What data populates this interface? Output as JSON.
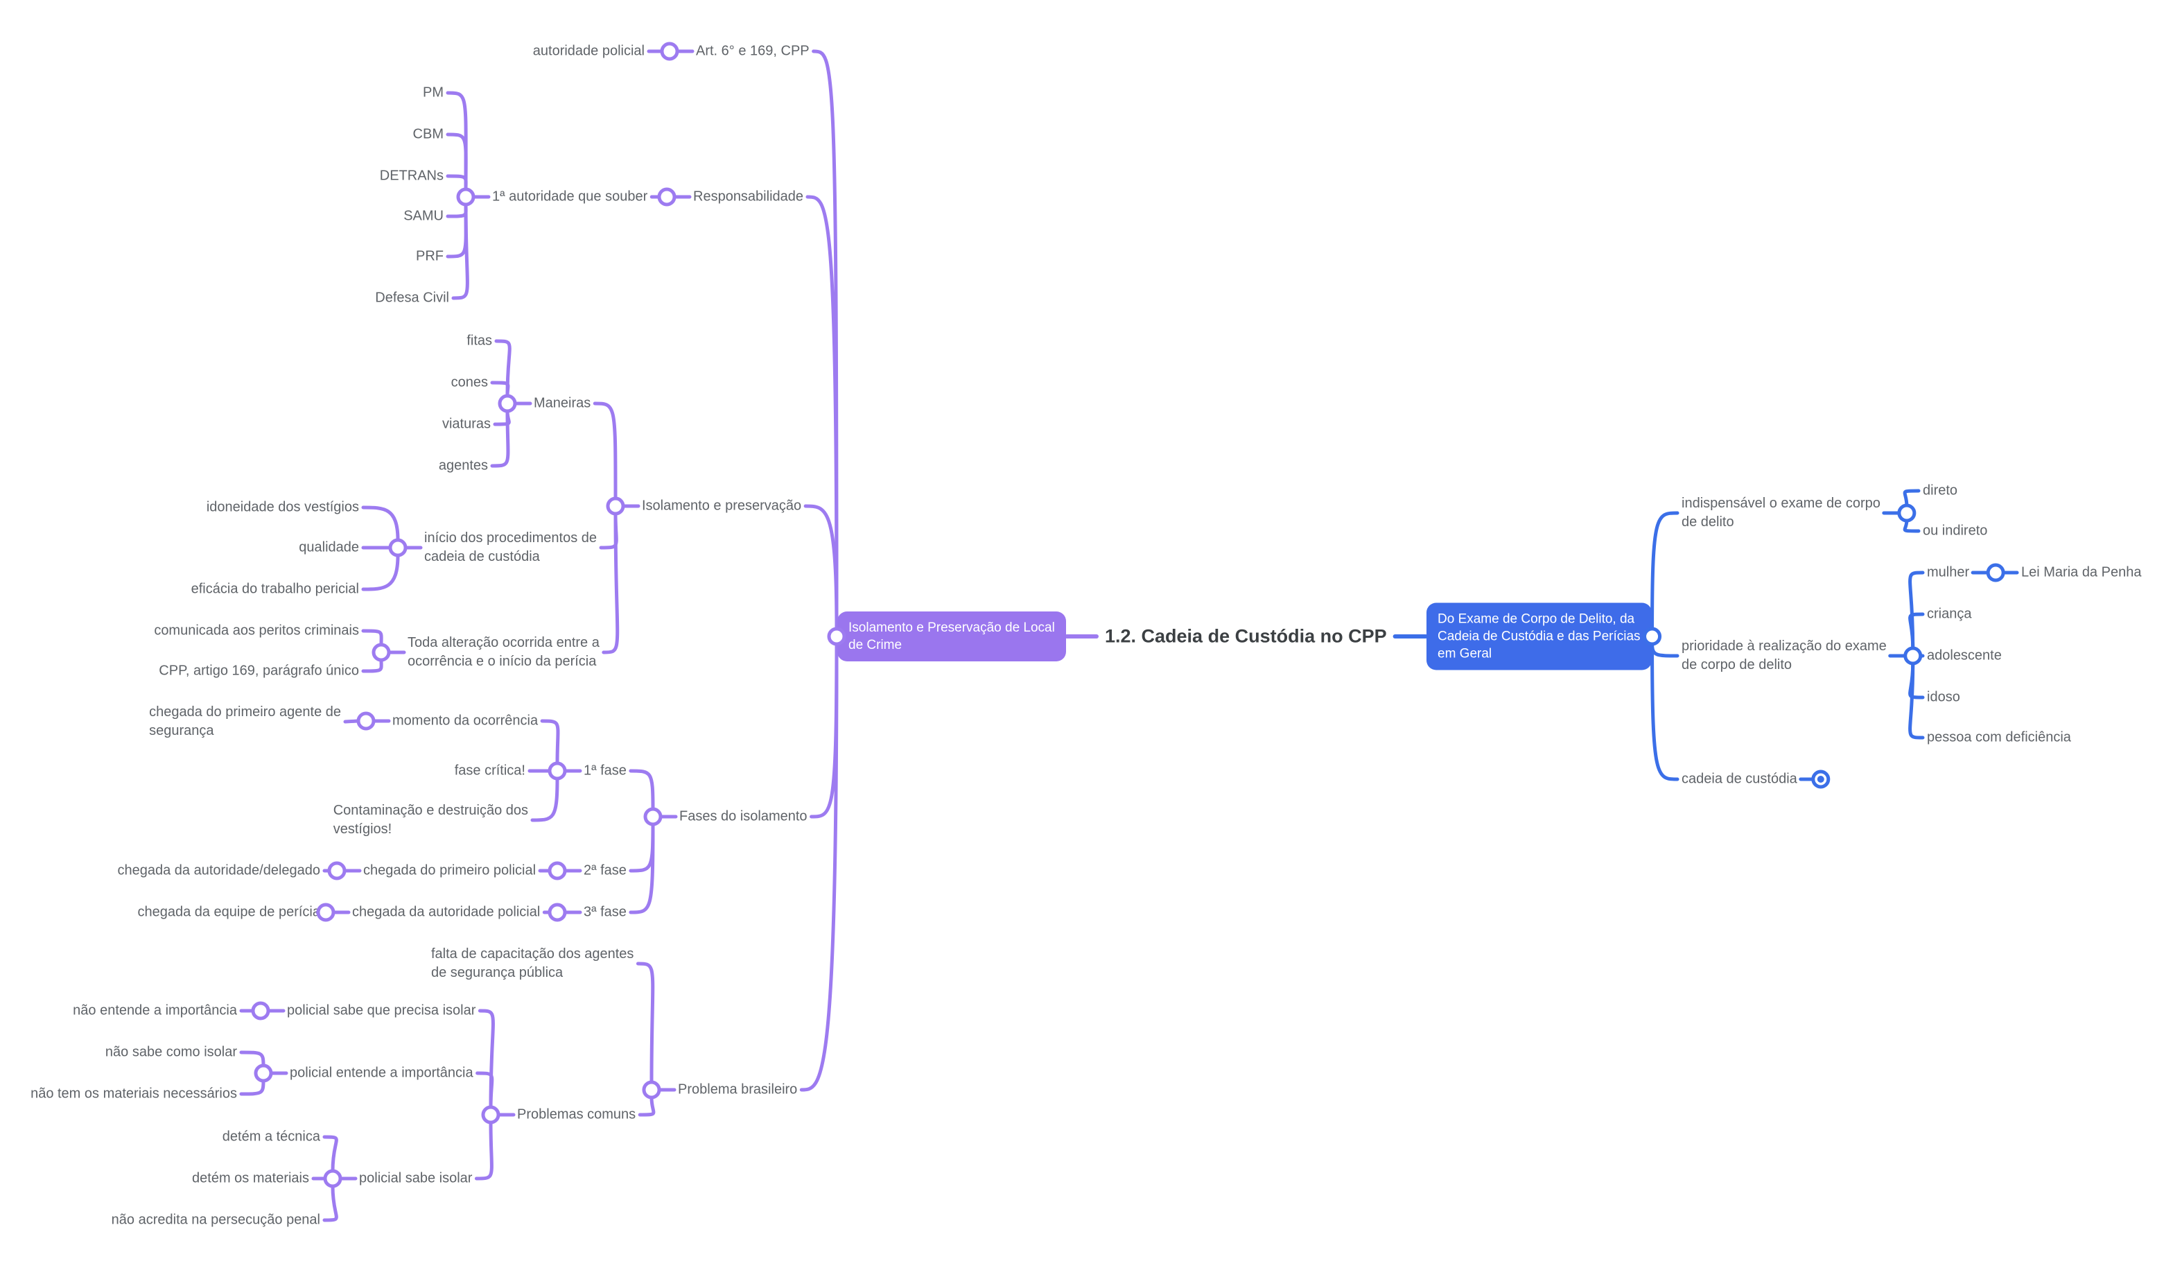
{
  "app": {
    "type": "mind-map",
    "language": "pt-BR"
  },
  "palette": {
    "purple_branch": "#9d7bf0",
    "purple_box_bg": "#9a76ee",
    "blue_branch": "#3b6fe8",
    "blue_box_bg": "#3e6ce9",
    "label_text": "#5f6368",
    "title_text": "#3c4043",
    "box_text": "#ffffff",
    "background": "#ffffff"
  },
  "nodes": [
    {
      "id": "title",
      "kind": "title",
      "side": "center",
      "parent": null,
      "lines": [
        "1.2. Cadeia de Custódia no CPP"
      ]
    },
    {
      "id": "box-left",
      "kind": "box",
      "side": "left",
      "parent": null,
      "lines": [
        "Isolamento e Preservação de Local",
        "de Crime"
      ]
    },
    {
      "id": "box-right",
      "kind": "box",
      "side": "right",
      "parent": null,
      "lines": [
        "Do Exame de Corpo de Delito, da",
        "Cadeia de Custódia e das Perícias",
        "em Geral"
      ]
    },
    {
      "id": "art",
      "kind": "label",
      "side": "left",
      "parent": "box-left",
      "lines": [
        "Art. 6° e 169, CPP"
      ]
    },
    {
      "id": "autpol",
      "kind": "label",
      "side": "left",
      "parent": "art",
      "lines": [
        "autoridade policial"
      ]
    },
    {
      "id": "resp",
      "kind": "label",
      "side": "left",
      "parent": "box-left",
      "lines": [
        "Responsabilidade"
      ]
    },
    {
      "id": "prim-aut",
      "kind": "label",
      "side": "left",
      "parent": "resp",
      "lines": [
        "1ª autoridade que souber"
      ]
    },
    {
      "id": "pm",
      "kind": "label",
      "side": "left",
      "parent": "prim-aut",
      "lines": [
        "PM"
      ]
    },
    {
      "id": "cbm",
      "kind": "label",
      "side": "left",
      "parent": "prim-aut",
      "lines": [
        "CBM"
      ]
    },
    {
      "id": "detrans",
      "kind": "label",
      "side": "left",
      "parent": "prim-aut",
      "lines": [
        "DETRANs"
      ]
    },
    {
      "id": "samu",
      "kind": "label",
      "side": "left",
      "parent": "prim-aut",
      "lines": [
        "SAMU"
      ]
    },
    {
      "id": "prf",
      "kind": "label",
      "side": "left",
      "parent": "prim-aut",
      "lines": [
        "PRF"
      ]
    },
    {
      "id": "defciv",
      "kind": "label",
      "side": "left",
      "parent": "prim-aut",
      "lines": [
        "Defesa Civil"
      ]
    },
    {
      "id": "isol",
      "kind": "label",
      "side": "left",
      "parent": "box-left",
      "lines": [
        "Isolamento e preservação"
      ]
    },
    {
      "id": "maneiras",
      "kind": "label",
      "side": "left",
      "parent": "isol",
      "lines": [
        "Maneiras"
      ]
    },
    {
      "id": "fitas",
      "kind": "label",
      "side": "left",
      "parent": "maneiras",
      "lines": [
        "fitas"
      ]
    },
    {
      "id": "cones",
      "kind": "label",
      "side": "left",
      "parent": "maneiras",
      "lines": [
        "cones"
      ]
    },
    {
      "id": "viaturas",
      "kind": "label",
      "side": "left",
      "parent": "maneiras",
      "lines": [
        "viaturas"
      ]
    },
    {
      "id": "agentes",
      "kind": "label",
      "side": "left",
      "parent": "maneiras",
      "lines": [
        "agentes"
      ]
    },
    {
      "id": "inicio",
      "kind": "label",
      "side": "left",
      "parent": "isol",
      "lines": [
        "início dos procedimentos de",
        "cadeia de custódia"
      ]
    },
    {
      "id": "idon",
      "kind": "label",
      "side": "left",
      "parent": "inicio",
      "lines": [
        "idoneidade dos vestígios"
      ]
    },
    {
      "id": "qual",
      "kind": "label",
      "side": "left",
      "parent": "inicio",
      "lines": [
        "qualidade"
      ]
    },
    {
      "id": "efic",
      "kind": "label",
      "side": "left",
      "parent": "inicio",
      "lines": [
        "eficácia do trabalho pericial"
      ]
    },
    {
      "id": "toda",
      "kind": "label",
      "side": "left",
      "parent": "isol",
      "lines": [
        "Toda alteração ocorrida entre a",
        "ocorrência e o início da perícia"
      ]
    },
    {
      "id": "comu",
      "kind": "label",
      "side": "left",
      "parent": "toda",
      "lines": [
        "comunicada aos peritos criminais"
      ]
    },
    {
      "id": "cpp169",
      "kind": "label",
      "side": "left",
      "parent": "toda",
      "lines": [
        "CPP, artigo 169, parágrafo único"
      ]
    },
    {
      "id": "fases",
      "kind": "label",
      "side": "left",
      "parent": "box-left",
      "lines": [
        "Fases do isolamento"
      ]
    },
    {
      "id": "fase1",
      "kind": "label",
      "side": "left",
      "parent": "fases",
      "lines": [
        "1ª fase"
      ]
    },
    {
      "id": "momento",
      "kind": "label",
      "side": "left",
      "parent": "fase1",
      "lines": [
        "momento da ocorrência"
      ]
    },
    {
      "id": "chegada1",
      "kind": "label",
      "side": "left",
      "parent": "momento",
      "lines": [
        "chegada do primeiro agente de",
        "segurança"
      ]
    },
    {
      "id": "fasecrit",
      "kind": "label",
      "side": "left",
      "parent": "fase1",
      "lines": [
        "fase crítica!"
      ]
    },
    {
      "id": "contam",
      "kind": "label",
      "side": "left",
      "parent": "fase1",
      "lines": [
        "Contaminação e destruição dos",
        "vestígios!"
      ]
    },
    {
      "id": "fase2",
      "kind": "label",
      "side": "left",
      "parent": "fases",
      "lines": [
        "2ª fase"
      ]
    },
    {
      "id": "cheg-pol",
      "kind": "label",
      "side": "left",
      "parent": "fase2",
      "lines": [
        "chegada do primeiro policial"
      ]
    },
    {
      "id": "cheg-del",
      "kind": "label",
      "side": "left",
      "parent": "cheg-pol",
      "lines": [
        "chegada da autoridade/delegado"
      ]
    },
    {
      "id": "fase3",
      "kind": "label",
      "side": "left",
      "parent": "fases",
      "lines": [
        "3ª fase"
      ]
    },
    {
      "id": "cheg-autpol",
      "kind": "label",
      "side": "left",
      "parent": "fase3",
      "lines": [
        "chegada da autoridade policial"
      ]
    },
    {
      "id": "cheg-per",
      "kind": "label",
      "side": "left",
      "parent": "cheg-autpol",
      "lines": [
        "chegada da equipe de perícia"
      ]
    },
    {
      "id": "probr",
      "kind": "label",
      "side": "left",
      "parent": "box-left",
      "lines": [
        "Problema brasileiro"
      ]
    },
    {
      "id": "falta",
      "kind": "label",
      "side": "left",
      "parent": "probr",
      "lines": [
        "falta de capacitação dos agentes",
        "de segurança pública"
      ]
    },
    {
      "id": "probcom",
      "kind": "label",
      "side": "left",
      "parent": "probr",
      "lines": [
        "Problemas comuns"
      ]
    },
    {
      "id": "sabe-prec",
      "kind": "label",
      "side": "left",
      "parent": "probcom",
      "lines": [
        "policial sabe que precisa isolar"
      ]
    },
    {
      "id": "nao-ent",
      "kind": "label",
      "side": "left",
      "parent": "sabe-prec",
      "lines": [
        "não entende a importância"
      ]
    },
    {
      "id": "ent-imp",
      "kind": "label",
      "side": "left",
      "parent": "probcom",
      "lines": [
        "policial entende a importância"
      ]
    },
    {
      "id": "nao-sabe",
      "kind": "label",
      "side": "left",
      "parent": "ent-imp",
      "lines": [
        "não sabe como isolar"
      ]
    },
    {
      "id": "nao-tem",
      "kind": "label",
      "side": "left",
      "parent": "ent-imp",
      "lines": [
        "não tem os materiais necessários"
      ]
    },
    {
      "id": "sabe-isol",
      "kind": "label",
      "side": "left",
      "parent": "probcom",
      "lines": [
        "policial sabe isolar"
      ]
    },
    {
      "id": "det-tec",
      "kind": "label",
      "side": "left",
      "parent": "sabe-isol",
      "lines": [
        "detém a técnica"
      ]
    },
    {
      "id": "det-mat",
      "kind": "label",
      "side": "left",
      "parent": "sabe-isol",
      "lines": [
        "detém os materiais"
      ]
    },
    {
      "id": "nao-acred",
      "kind": "label",
      "side": "left",
      "parent": "sabe-isol",
      "lines": [
        "não acredita na persecução penal"
      ]
    },
    {
      "id": "indisp",
      "kind": "label",
      "side": "right",
      "parent": "box-right",
      "lines": [
        "indispensável o exame de corpo",
        "de delito"
      ]
    },
    {
      "id": "direto",
      "kind": "label",
      "side": "right",
      "parent": "indisp",
      "lines": [
        "direto"
      ]
    },
    {
      "id": "ou-ind",
      "kind": "label",
      "side": "right",
      "parent": "indisp",
      "lines": [
        "ou indireto"
      ]
    },
    {
      "id": "prior",
      "kind": "label",
      "side": "right",
      "parent": "box-right",
      "lines": [
        "prioridade à realização do exame",
        "de corpo de delito"
      ]
    },
    {
      "id": "mulher",
      "kind": "label",
      "side": "right",
      "parent": "prior",
      "lines": [
        "mulher"
      ]
    },
    {
      "id": "leimaria",
      "kind": "label",
      "side": "right",
      "parent": "mulher",
      "lines": [
        "Lei Maria da Penha"
      ]
    },
    {
      "id": "crianca",
      "kind": "label",
      "side": "right",
      "parent": "prior",
      "lines": [
        "criança"
      ]
    },
    {
      "id": "adol",
      "kind": "label",
      "side": "right",
      "parent": "prior",
      "lines": [
        "adolescente"
      ]
    },
    {
      "id": "idoso",
      "kind": "label",
      "side": "right",
      "parent": "prior",
      "lines": [
        "idoso"
      ]
    },
    {
      "id": "pcd",
      "kind": "label",
      "side": "right",
      "parent": "prior",
      "lines": [
        "pessoa com deficiência"
      ]
    },
    {
      "id": "cadeia",
      "kind": "label",
      "side": "right",
      "parent": "box-right",
      "lines": [
        "cadeia de custódia"
      ],
      "collapsed": true
    }
  ]
}
